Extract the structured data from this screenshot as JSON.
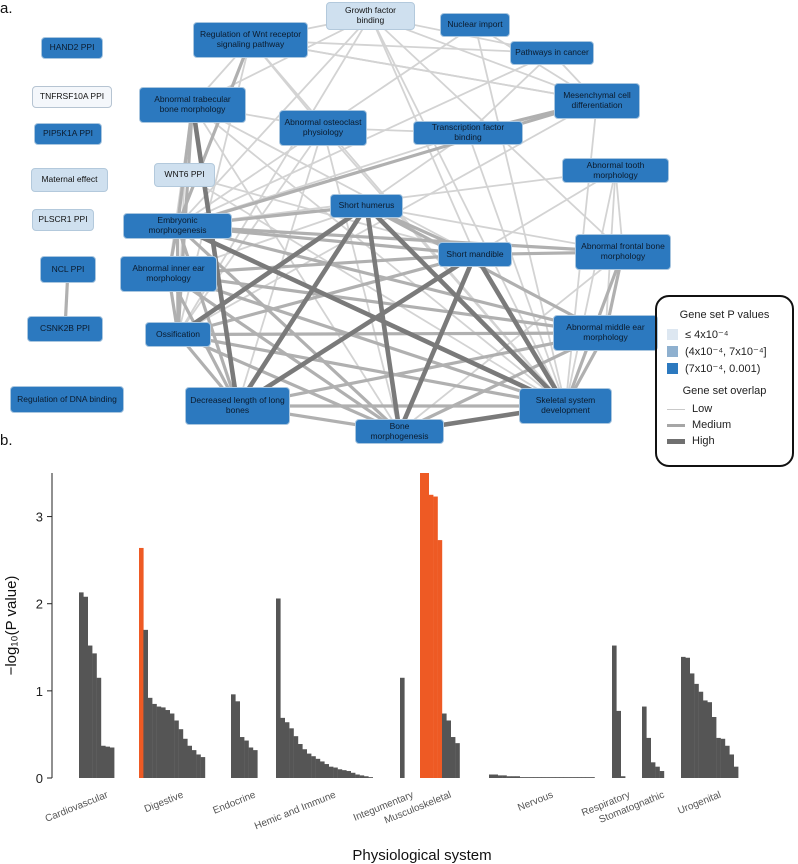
{
  "panels": {
    "a": "a.",
    "b": "b."
  },
  "network": {
    "nodes": [
      {
        "id": "hand2",
        "label": "HAND2 PPI",
        "tier": "high"
      },
      {
        "id": "tnfrsf10a",
        "label": "TNFRSF10A PPI",
        "tier": "low"
      },
      {
        "id": "pip5k1a",
        "label": "PIP5K1A PPI",
        "tier": "high"
      },
      {
        "id": "maternal",
        "label": "Maternal effect",
        "tier": "mid"
      },
      {
        "id": "plscr1",
        "label": "PLSCR1 PPI",
        "tier": "mid"
      },
      {
        "id": "ncl",
        "label": "NCL PPI",
        "tier": "high"
      },
      {
        "id": "csnk2b",
        "label": "CSNK2B PPI",
        "tier": "high"
      },
      {
        "id": "dnabind",
        "label": "Regulation of DNA binding",
        "tier": "high"
      },
      {
        "id": "growth",
        "label": "Growth factor binding",
        "tier": "mid"
      },
      {
        "id": "nuclear",
        "label": "Nuclear import",
        "tier": "high"
      },
      {
        "id": "wnt",
        "label": "Regulation of Wnt receptor signaling pathway",
        "tier": "high"
      },
      {
        "id": "cancer",
        "label": "Pathways in cancer",
        "tier": "high"
      },
      {
        "id": "mesen",
        "label": "Mesenchymal cell differentiation",
        "tier": "high"
      },
      {
        "id": "trabec",
        "label": "Abnormal trabecular bone morphology",
        "tier": "high"
      },
      {
        "id": "osteoclast",
        "label": "Abnormal osteoclast physiology",
        "tier": "high"
      },
      {
        "id": "tfbind",
        "label": "Transcription factor binding",
        "tier": "high"
      },
      {
        "id": "tooth",
        "label": "Abnormal tooth morphology",
        "tier": "high"
      },
      {
        "id": "wnt6",
        "label": "WNT6 PPI",
        "tier": "mid"
      },
      {
        "id": "humerus",
        "label": "Short humerus",
        "tier": "high"
      },
      {
        "id": "embryo",
        "label": "Embryonic morphogenesis",
        "tier": "high"
      },
      {
        "id": "mandible",
        "label": "Short mandible",
        "tier": "high"
      },
      {
        "id": "frontal",
        "label": "Abnormal frontal bone morphology",
        "tier": "high"
      },
      {
        "id": "innerear",
        "label": "Abnormal inner ear morphology",
        "tier": "high"
      },
      {
        "id": "ossif",
        "label": "Ossification",
        "tier": "high"
      },
      {
        "id": "middleear",
        "label": "Abnormal middle ear morphology",
        "tier": "high"
      },
      {
        "id": "longbone",
        "label": "Decreased length of long bones",
        "tier": "high"
      },
      {
        "id": "skeletal",
        "label": "Skeletal system development",
        "tier": "high"
      },
      {
        "id": "bonemorph",
        "label": "Bone morphogenesis",
        "tier": "high"
      }
    ],
    "edges": [
      [
        "ncl",
        "csnk2b",
        2
      ],
      [
        "humerus",
        "skeletal",
        3
      ],
      [
        "humerus",
        "bonemorph",
        3
      ],
      [
        "humerus",
        "longbone",
        3
      ],
      [
        "humerus",
        "ossif",
        3
      ],
      [
        "humerus",
        "mandible",
        2
      ],
      [
        "humerus",
        "embryo",
        2
      ],
      [
        "mandible",
        "skeletal",
        3
      ],
      [
        "mandible",
        "bonemorph",
        3
      ],
      [
        "mandible",
        "longbone",
        3
      ],
      [
        "mandible",
        "ossif",
        2
      ],
      [
        "mandible",
        "innerear",
        2
      ],
      [
        "embryo",
        "skeletal",
        3
      ],
      [
        "embryo",
        "bonemorph",
        2
      ],
      [
        "embryo",
        "longbone",
        2
      ],
      [
        "embryo",
        "innerear",
        2
      ],
      [
        "embryo",
        "ossif",
        2
      ],
      [
        "embryo",
        "mandible",
        2
      ],
      [
        "trabec",
        "longbone",
        3
      ],
      [
        "trabec",
        "ossif",
        2
      ],
      [
        "trabec",
        "embryo",
        2
      ],
      [
        "trabec",
        "osteoclast",
        1
      ],
      [
        "skeletal",
        "bonemorph",
        3
      ],
      [
        "skeletal",
        "ossif",
        2
      ],
      [
        "skeletal",
        "longbone",
        2
      ],
      [
        "skeletal",
        "innerear",
        2
      ],
      [
        "skeletal",
        "middleear",
        2
      ],
      [
        "skeletal",
        "frontal",
        2
      ],
      [
        "ossif",
        "bonemorph",
        2
      ],
      [
        "ossif",
        "longbone",
        2
      ],
      [
        "ossif",
        "innerear",
        2
      ],
      [
        "ossif",
        "middleear",
        2
      ],
      [
        "longbone",
        "bonemorph",
        2
      ],
      [
        "longbone",
        "middleear",
        2
      ],
      [
        "bonemorph",
        "middleear",
        2
      ],
      [
        "bonemorph",
        "frontal",
        1
      ],
      [
        "middleear",
        "frontal",
        2
      ],
      [
        "middleear",
        "innerear",
        2
      ],
      [
        "middleear",
        "embryo",
        2
      ],
      [
        "frontal",
        "embryo",
        2
      ],
      [
        "frontal",
        "mandible",
        2
      ],
      [
        "frontal",
        "tooth",
        1
      ],
      [
        "tooth",
        "mandible",
        1
      ],
      [
        "tooth",
        "embryo",
        1
      ],
      [
        "tooth",
        "skeletal",
        1
      ],
      [
        "tooth",
        "middleear",
        1
      ],
      [
        "mesen",
        "tfbind",
        2
      ],
      [
        "mesen",
        "embryo",
        2
      ],
      [
        "mesen",
        "ossif",
        1
      ],
      [
        "mesen",
        "skeletal",
        1
      ],
      [
        "mesen",
        "wnt",
        1
      ],
      [
        "mesen",
        "cancer",
        1
      ],
      [
        "mesen",
        "nuclear",
        1
      ],
      [
        "mesen",
        "growth",
        1
      ],
      [
        "wnt",
        "embryo",
        2
      ],
      [
        "wnt",
        "trabec",
        1
      ],
      [
        "wnt",
        "skeletal",
        1
      ],
      [
        "wnt",
        "ossif",
        1
      ],
      [
        "wnt",
        "mesen",
        1
      ],
      [
        "wnt",
        "growth",
        1
      ],
      [
        "wnt",
        "osteoclast",
        1
      ],
      [
        "growth",
        "skeletal",
        1
      ],
      [
        "growth",
        "ossif",
        1
      ],
      [
        "growth",
        "embryo",
        1
      ],
      [
        "growth",
        "mandible",
        1
      ],
      [
        "growth",
        "trabec",
        1
      ],
      [
        "growth",
        "frontal",
        1
      ],
      [
        "growth",
        "cancer",
        1
      ],
      [
        "cancer",
        "embryo",
        1
      ],
      [
        "cancer",
        "tfbind",
        1
      ],
      [
        "cancer",
        "wnt",
        1
      ],
      [
        "nuclear",
        "embryo",
        1
      ],
      [
        "nuclear",
        "skeletal",
        1
      ],
      [
        "tfbind",
        "embryo",
        1
      ],
      [
        "tfbind",
        "skeletal",
        1
      ],
      [
        "tfbind",
        "ossif",
        1
      ],
      [
        "tfbind",
        "osteoclast",
        1
      ],
      [
        "osteoclast",
        "bonemorph",
        1
      ],
      [
        "osteoclast",
        "ossif",
        1
      ],
      [
        "osteoclast",
        "longbone",
        1
      ],
      [
        "osteoclast",
        "skeletal",
        1
      ],
      [
        "wnt6",
        "embryo",
        1
      ],
      [
        "wnt6",
        "skeletal",
        1
      ],
      [
        "wnt6",
        "ossif",
        1
      ],
      [
        "wnt6",
        "mandible",
        1
      ],
      [
        "innerear",
        "bonemorph",
        2
      ],
      [
        "innerear",
        "longbone",
        2
      ],
      [
        "innerear",
        "trabec",
        1
      ],
      [
        "trabec",
        "skeletal",
        1
      ],
      [
        "trabec",
        "bonemorph",
        1
      ],
      [
        "trabec",
        "mandible",
        1
      ],
      [
        "humerus",
        "middleear",
        2
      ],
      [
        "humerus",
        "frontal",
        1
      ],
      [
        "humerus",
        "innerear",
        1
      ]
    ]
  },
  "legend": {
    "title_p": "Gene set P values",
    "p_items": [
      "≤ 4x10⁻⁴",
      "(4x10⁻⁴, 7x10⁻⁴]",
      "(7x10⁻⁴, 0.001)"
    ],
    "p_colors": [
      "#dde7f1",
      "#8eb0cf",
      "#2c79bf"
    ],
    "title_overlap": "Gene set overlap",
    "overlap_items": [
      "Low",
      "Medium",
      "High"
    ]
  },
  "chart_data": {
    "type": "bar",
    "xlabel": "Physiological system",
    "ylabel": "−log₁₀(P value)",
    "ylim": [
      0,
      3.5
    ],
    "yticks": [
      0,
      1,
      2,
      3
    ],
    "colors": {
      "default": "#555555",
      "highlight": "#ee5a24"
    },
    "groups": [
      {
        "name": "Cardiovascular",
        "values": [
          2.13,
          2.08,
          1.52,
          1.43,
          1.15,
          0.37,
          0.36,
          0.35
        ],
        "highlight": []
      },
      {
        "name": "Digestive",
        "values": [
          2.64,
          1.7,
          0.92,
          0.85,
          0.82,
          0.81,
          0.78,
          0.74,
          0.66,
          0.56,
          0.45,
          0.37,
          0.32,
          0.27,
          0.24
        ],
        "highlight": [
          0
        ]
      },
      {
        "name": "Endocrine",
        "values": [
          0.96,
          0.88,
          0.47,
          0.43,
          0.35,
          0.32
        ],
        "highlight": []
      },
      {
        "name": "Hemic and Immune",
        "values": [
          2.06,
          0.69,
          0.64,
          0.57,
          0.48,
          0.39,
          0.33,
          0.28,
          0.25,
          0.22,
          0.19,
          0.16,
          0.13,
          0.12,
          0.1,
          0.09,
          0.08,
          0.06,
          0.04,
          0.03,
          0.02,
          0.01
        ],
        "highlight": []
      },
      {
        "name": "Integumentary",
        "values": [
          1.15
        ],
        "highlight": []
      },
      {
        "name": "Musculoskeletal",
        "values": [
          3.5,
          3.5,
          3.25,
          3.23,
          2.73,
          0.74,
          0.66,
          0.47,
          0.4
        ],
        "highlight": [
          0,
          1,
          2,
          3,
          4
        ]
      },
      {
        "name": "Nervous",
        "values": [
          0.04,
          0.04,
          0.03,
          0.03,
          0.02,
          0.02,
          0.02,
          0.01,
          0.01,
          0.01,
          0.01,
          0.01,
          0.01,
          0.01,
          0.01,
          0.01,
          0.01,
          0.01,
          0.01,
          0.01,
          0.01,
          0.01,
          0.01,
          0.01
        ],
        "highlight": []
      },
      {
        "name": "Respiratory",
        "values": [
          1.52,
          0.77,
          0.02
        ],
        "highlight": []
      },
      {
        "name": "Stomatognathic",
        "values": [
          0.82,
          0.46,
          0.18,
          0.13,
          0.08
        ],
        "highlight": []
      },
      {
        "name": "Urogenital",
        "values": [
          1.39,
          1.38,
          1.2,
          1.08,
          0.99,
          0.89,
          0.87,
          0.7,
          0.46,
          0.45,
          0.37,
          0.27,
          0.13
        ],
        "highlight": []
      }
    ]
  }
}
